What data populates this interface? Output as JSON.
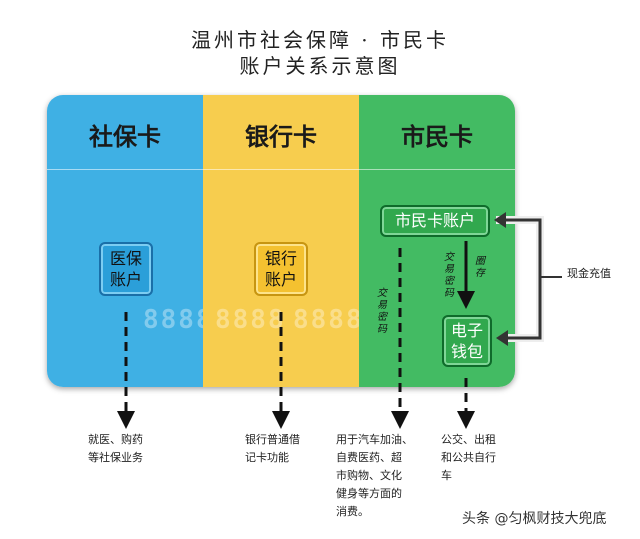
{
  "title": {
    "line1": "温州市社会保障 · 市民卡",
    "line2": "账户关系示意图"
  },
  "cards": [
    {
      "name": "社保卡",
      "account_line1": "医保",
      "account_line2": "账户",
      "note_lines": [
        "就医、购药",
        "等社保业务"
      ],
      "color": "#3fb0e4"
    },
    {
      "name": "银行卡",
      "account_line1": "银行",
      "account_line2": "账户",
      "note_lines": [
        "银行普通借",
        "记卡功能"
      ],
      "color": "#f7cd4e"
    },
    {
      "name": "市民卡",
      "color": "#43bb63"
    }
  ],
  "citizen": {
    "account": "市民卡账户",
    "wallet_line1": "电子",
    "wallet_line2": "钱包",
    "txn_pwd_1": "交易密码",
    "txn_pwd_2": "交易密码",
    "transfer": "圈存",
    "cash": "现金充值",
    "note_account": [
      "用于汽车加油、",
      "自费医药、超",
      "市购物、文化",
      "健身等方面的",
      "消费。"
    ],
    "note_wallet": [
      "公交、出租",
      "和公共自行",
      "车"
    ]
  },
  "ghost_digits": "8888",
  "watermark": "头条 @匀枫财技大兜底"
}
